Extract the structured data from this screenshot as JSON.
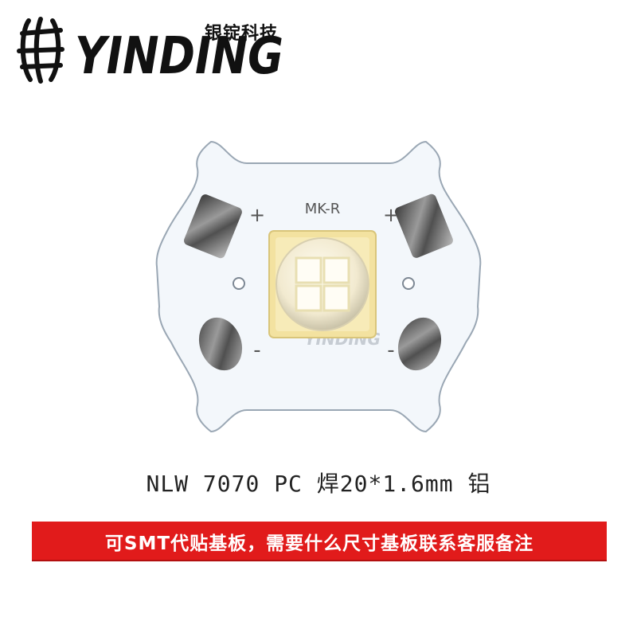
{
  "brand": {
    "wordmark": "YINDING",
    "name_cn": "银锭科技"
  },
  "board": {
    "model_label": "MK-R",
    "silk_brand": "YINDING",
    "plus_left": "+",
    "plus_right": "+",
    "minus_left": "-",
    "minus_right": "-"
  },
  "product": {
    "caption": "NLW 7070 PC 焊20*1.6mm 铝"
  },
  "banner": {
    "text": "可SMT代贴基板，需要什么尺寸基板联系客服备注",
    "color": "#e11b1b"
  }
}
